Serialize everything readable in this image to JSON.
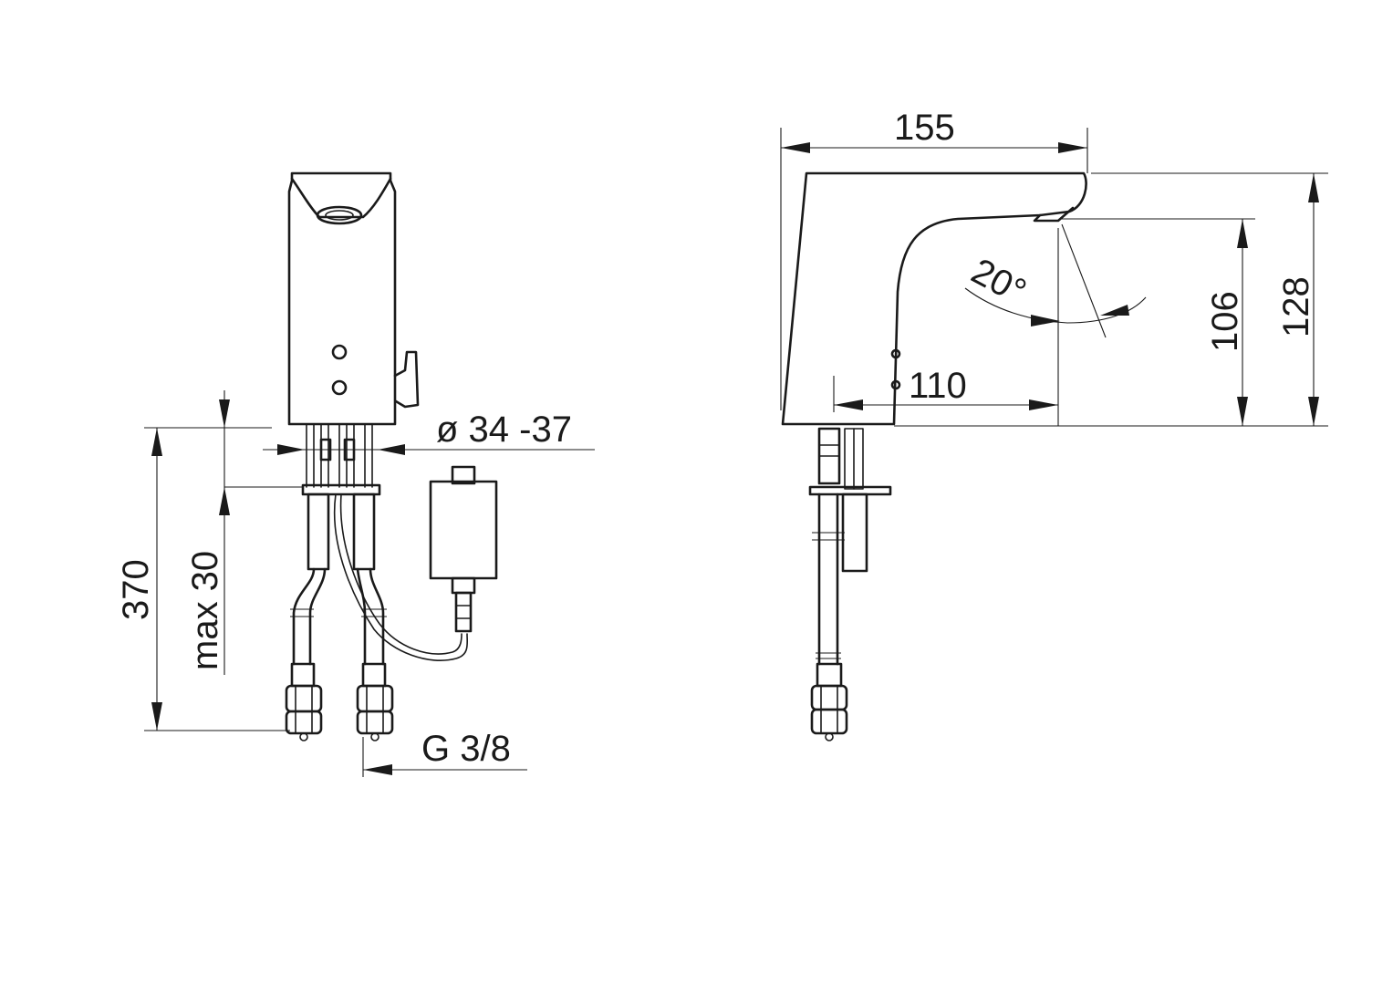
{
  "front_view": {
    "height_total": "370",
    "depth_max": "max 30",
    "hole_diameter": "ø 34 -37",
    "connector_thread": "G 3/8"
  },
  "side_view": {
    "length": "155",
    "height_total": "128",
    "spout_height": "106",
    "reach": "110",
    "angle": "20°"
  },
  "colors": {
    "line": "#1a1a1a",
    "background": "#ffffff"
  }
}
